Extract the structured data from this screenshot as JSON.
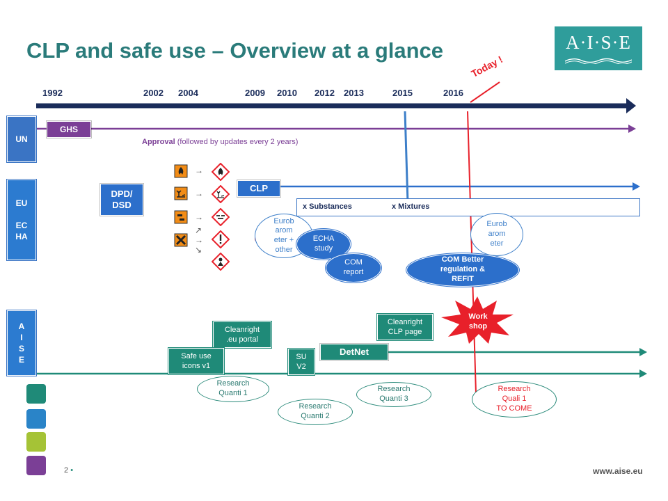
{
  "slide": {
    "title": "CLP and safe use – Overview at a glance",
    "logo_text": "A·I·S·E",
    "today_label": "Today !",
    "page_number": "2",
    "footer_url": "www.aise.eu"
  },
  "timeline": {
    "years": [
      "1992",
      "2002",
      "2004",
      "2009",
      "2010",
      "2012",
      "2013",
      "2015",
      "2016"
    ]
  },
  "rows": {
    "un": {
      "tab": "UN",
      "tag": "GHS",
      "approval_bold": "Approval",
      "approval_rest": "(followed by updates every 2 years)"
    },
    "eu": {
      "tab": "EU\n\nEC\nHA",
      "dpd_tag": "DPD/\nDSD",
      "clp_tag": "CLP",
      "substances": "x Substances",
      "mixtures": "x Mixtures"
    },
    "aise": {
      "tab": "A\nI\nS\nE",
      "detnet_tag": "DetNet"
    }
  },
  "events": {
    "eurobarometer_other": "Eurob\narom\neter +\nother",
    "echa_study": "ECHA\nstudy",
    "com_report": "COM\nreport",
    "com_better_regulation": "COM Better\nregulation &\nREFIT",
    "eurobarometer": "Eurob\narom\neter",
    "cleanright_portal": "Cleanright\n.eu portal",
    "safe_use_icons": "Safe use\nicons v1",
    "su_v2": "SU\nV2",
    "cleanright_clp": "Cleanright\nCLP page",
    "workshop": "Work\nshop",
    "research_quanti_1": "Research\nQuanti 1",
    "research_quanti_2": "Research\nQuanti 2",
    "research_quanti_3": "Research\nQuanti 3",
    "research_quali_1": "Research\nQuali 1\nTO COME"
  },
  "icons": {
    "hazard_old": [
      "flame-symbol-icon",
      "environment-symbol-icon",
      "irritant-symbol-icon",
      "harmful-x-symbol-icon"
    ],
    "hazard_new": [
      "ghs-flame-icon",
      "ghs-environment-icon",
      "ghs-corrosion-icon",
      "ghs-exclamation-icon",
      "ghs-health-hazard-icon"
    ]
  },
  "colors": {
    "title": "#2a7b7a",
    "timeline": "#1a2c5a",
    "un": "#7b3f96",
    "eu": "#2c6fcb",
    "aise": "#1f8a78",
    "today": "#e8202a"
  }
}
